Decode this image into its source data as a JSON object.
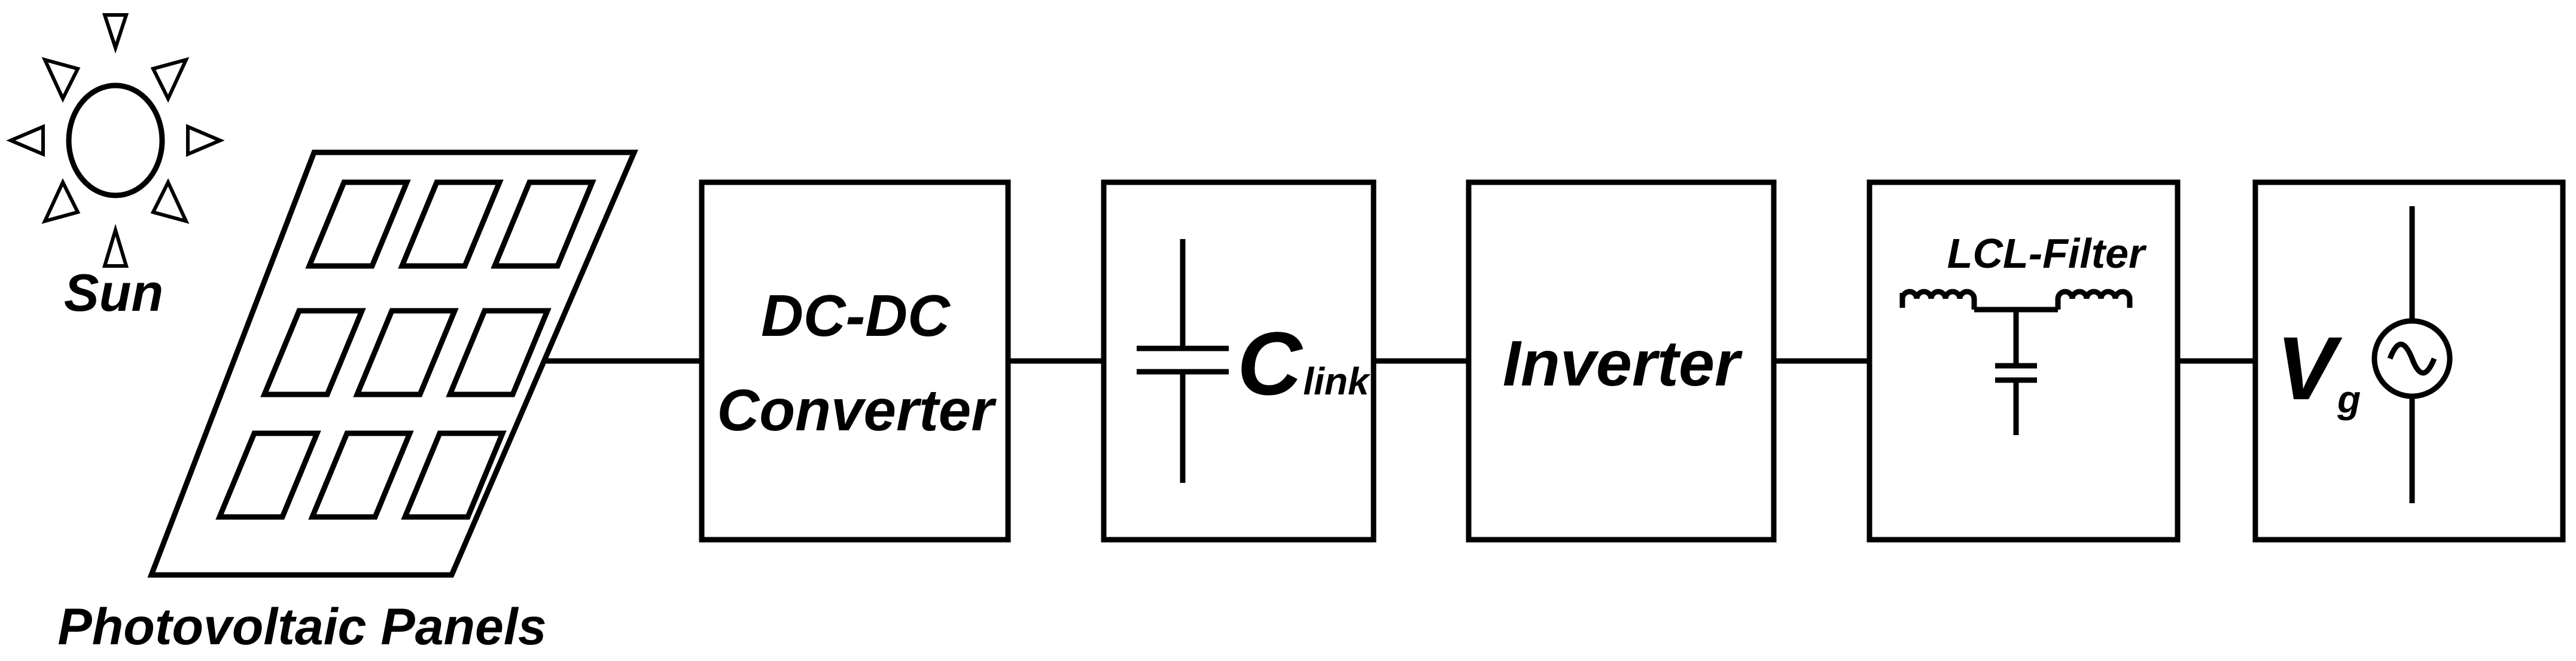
{
  "labels": {
    "sun": "Sun",
    "pv": "Photovoltaic Panels",
    "dcdc_line1": "DC-DC",
    "dcdc_line2": "Converter",
    "clink_main": "C",
    "clink_sub": "link",
    "inverter": "Inverter",
    "lcl": "LCL-Filter",
    "vg_main": "V",
    "vg_sub": "g"
  },
  "colors": {
    "line": "#000000",
    "background": "#ffffff"
  },
  "icons": [
    "sun-icon",
    "solar-panel-icon",
    "capacitor-icon",
    "inductor-icon",
    "ac-source-icon"
  ]
}
